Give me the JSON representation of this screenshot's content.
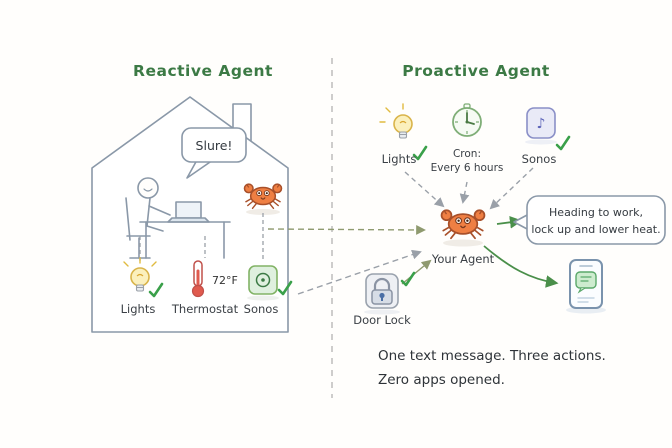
{
  "reactive": {
    "title": "Reactive Agent",
    "speech": "Slure!",
    "lights": "Lights",
    "thermostat": "Thermostat",
    "temp": "72°F",
    "sonos": "Sonos"
  },
  "proactive": {
    "title": "Proactive Agent",
    "lights": "Lights",
    "cron1": "Cron:",
    "cron2": "Every 6 hours",
    "sonos": "Sonos",
    "note": "♪",
    "agent": "Your Agent",
    "door_lock": "Door Lock",
    "bubble1": "Heading to work,",
    "bubble2": "lock up and lower heat."
  },
  "footer": {
    "line1": "One text message.  Three actions.",
    "line2": "Zero apps opened."
  },
  "colors": {
    "accent_green": "#3c7a45",
    "crab_orange": "#ef7f43",
    "bulb_yellow": "#fbf0bd",
    "check_green": "#3aa04a"
  }
}
